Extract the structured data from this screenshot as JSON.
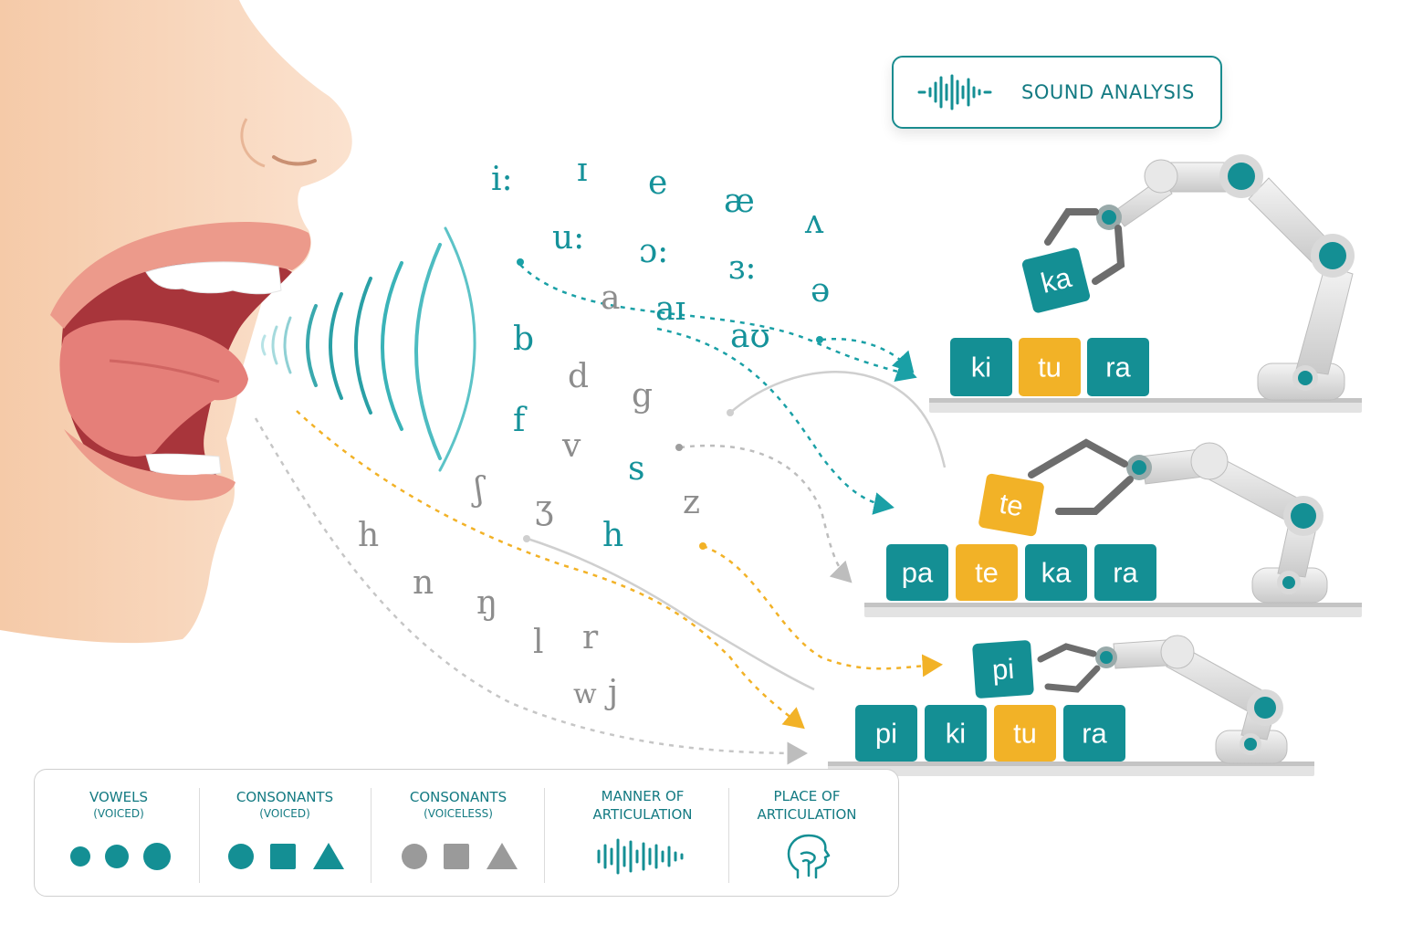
{
  "badge": {
    "label": "SOUND ANALYSIS",
    "icon": "waveform-icon"
  },
  "vowels": [
    "i:",
    "ɪ",
    "e",
    "æ",
    "ʌ",
    "u:",
    "ɔ:",
    "ɜ:",
    "ə",
    "a",
    "aɪ",
    "aʊ"
  ],
  "consonants": [
    "b",
    "d",
    "g",
    "f",
    "v",
    "s",
    "z",
    "ʃ",
    "ʒ",
    "h",
    "h",
    "n",
    "ŋ",
    "l",
    "r",
    "w",
    "j"
  ],
  "rows": [
    {
      "held": "ka",
      "blocks": [
        "ki",
        "tu",
        "ra"
      ],
      "block_colors": [
        "teal",
        "yellow",
        "teal"
      ]
    },
    {
      "held": "te",
      "blocks": [
        "pa",
        "te",
        "ka",
        "ra"
      ],
      "block_colors": [
        "teal",
        "yellow",
        "teal",
        "teal"
      ]
    },
    {
      "held": "pi",
      "blocks": [
        "pi",
        "ki",
        "tu",
        "ra"
      ],
      "block_colors": [
        "teal",
        "teal",
        "yellow",
        "teal"
      ]
    }
  ],
  "legend": [
    {
      "title": "VOWELS",
      "subtitle": "(VOICED)",
      "icon": "teal-circles-icon"
    },
    {
      "title": "CONSONANTS",
      "subtitle": "(VOICED)",
      "icon": "teal-shapes-icon"
    },
    {
      "title": "CONSONANTS",
      "subtitle": "(VOICELESS)",
      "icon": "gray-shapes-icon"
    },
    {
      "title_line1": "MANNER OF",
      "title_line2": "ARTICULATION",
      "icon": "waveform-icon"
    },
    {
      "title_line1": "PLACE OF",
      "title_line2": "ARTICULATION",
      "icon": "head-profile-icon"
    }
  ],
  "colors": {
    "teal": "#148f94",
    "yellow": "#f2b227",
    "gray": "#9a9a9a",
    "skin": "#f7d5bb"
  }
}
